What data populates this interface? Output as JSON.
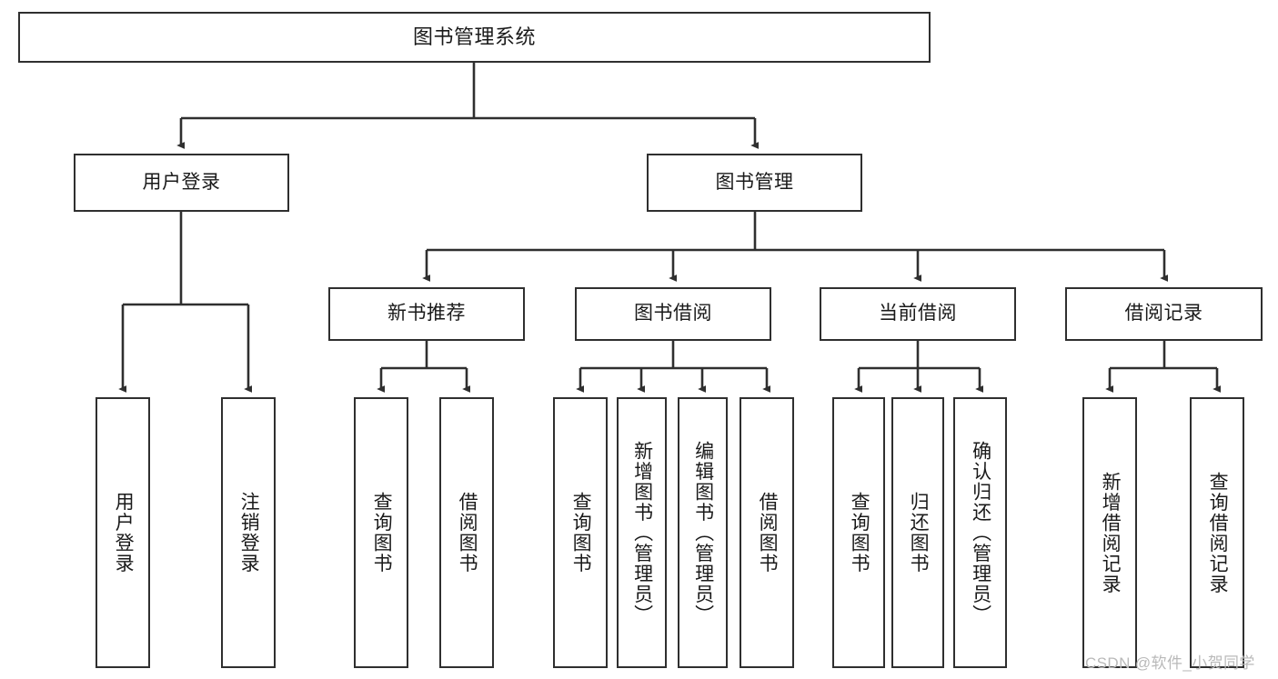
{
  "diagram": {
    "title": "图书管理系统",
    "type": "tree-hierarchy",
    "root": {
      "label": "图书管理系统"
    },
    "level2": [
      {
        "label": "用户登录"
      },
      {
        "label": "图书管理"
      }
    ],
    "level3": [
      {
        "label": "新书推荐"
      },
      {
        "label": "图书借阅"
      },
      {
        "label": "当前借阅"
      },
      {
        "label": "借阅记录"
      }
    ],
    "leaves": {
      "user_login": [
        {
          "label": "用户登录"
        },
        {
          "label": "注销登录"
        }
      ],
      "new_book_recommend": [
        {
          "label": "查询图书"
        },
        {
          "label": "借阅图书"
        }
      ],
      "book_borrow": [
        {
          "label": "查询图书"
        },
        {
          "label": "新增图书（管理员）"
        },
        {
          "label": "编辑图书（管理员）"
        },
        {
          "label": "借阅图书"
        }
      ],
      "current_borrow": [
        {
          "label": "查询图书"
        },
        {
          "label": "归还图书"
        },
        {
          "label": "确认归还（管理员）"
        }
      ],
      "borrow_record": [
        {
          "label": "新增借阅记录"
        },
        {
          "label": "查询借阅记录"
        }
      ]
    }
  },
  "watermark": {
    "text": "CSDN @软件_小贺同学"
  },
  "colors": {
    "stroke": "#2f2f2f",
    "fill": "#ffffff",
    "text": "#1a1a1a",
    "watermark": "#b9b9b9"
  }
}
